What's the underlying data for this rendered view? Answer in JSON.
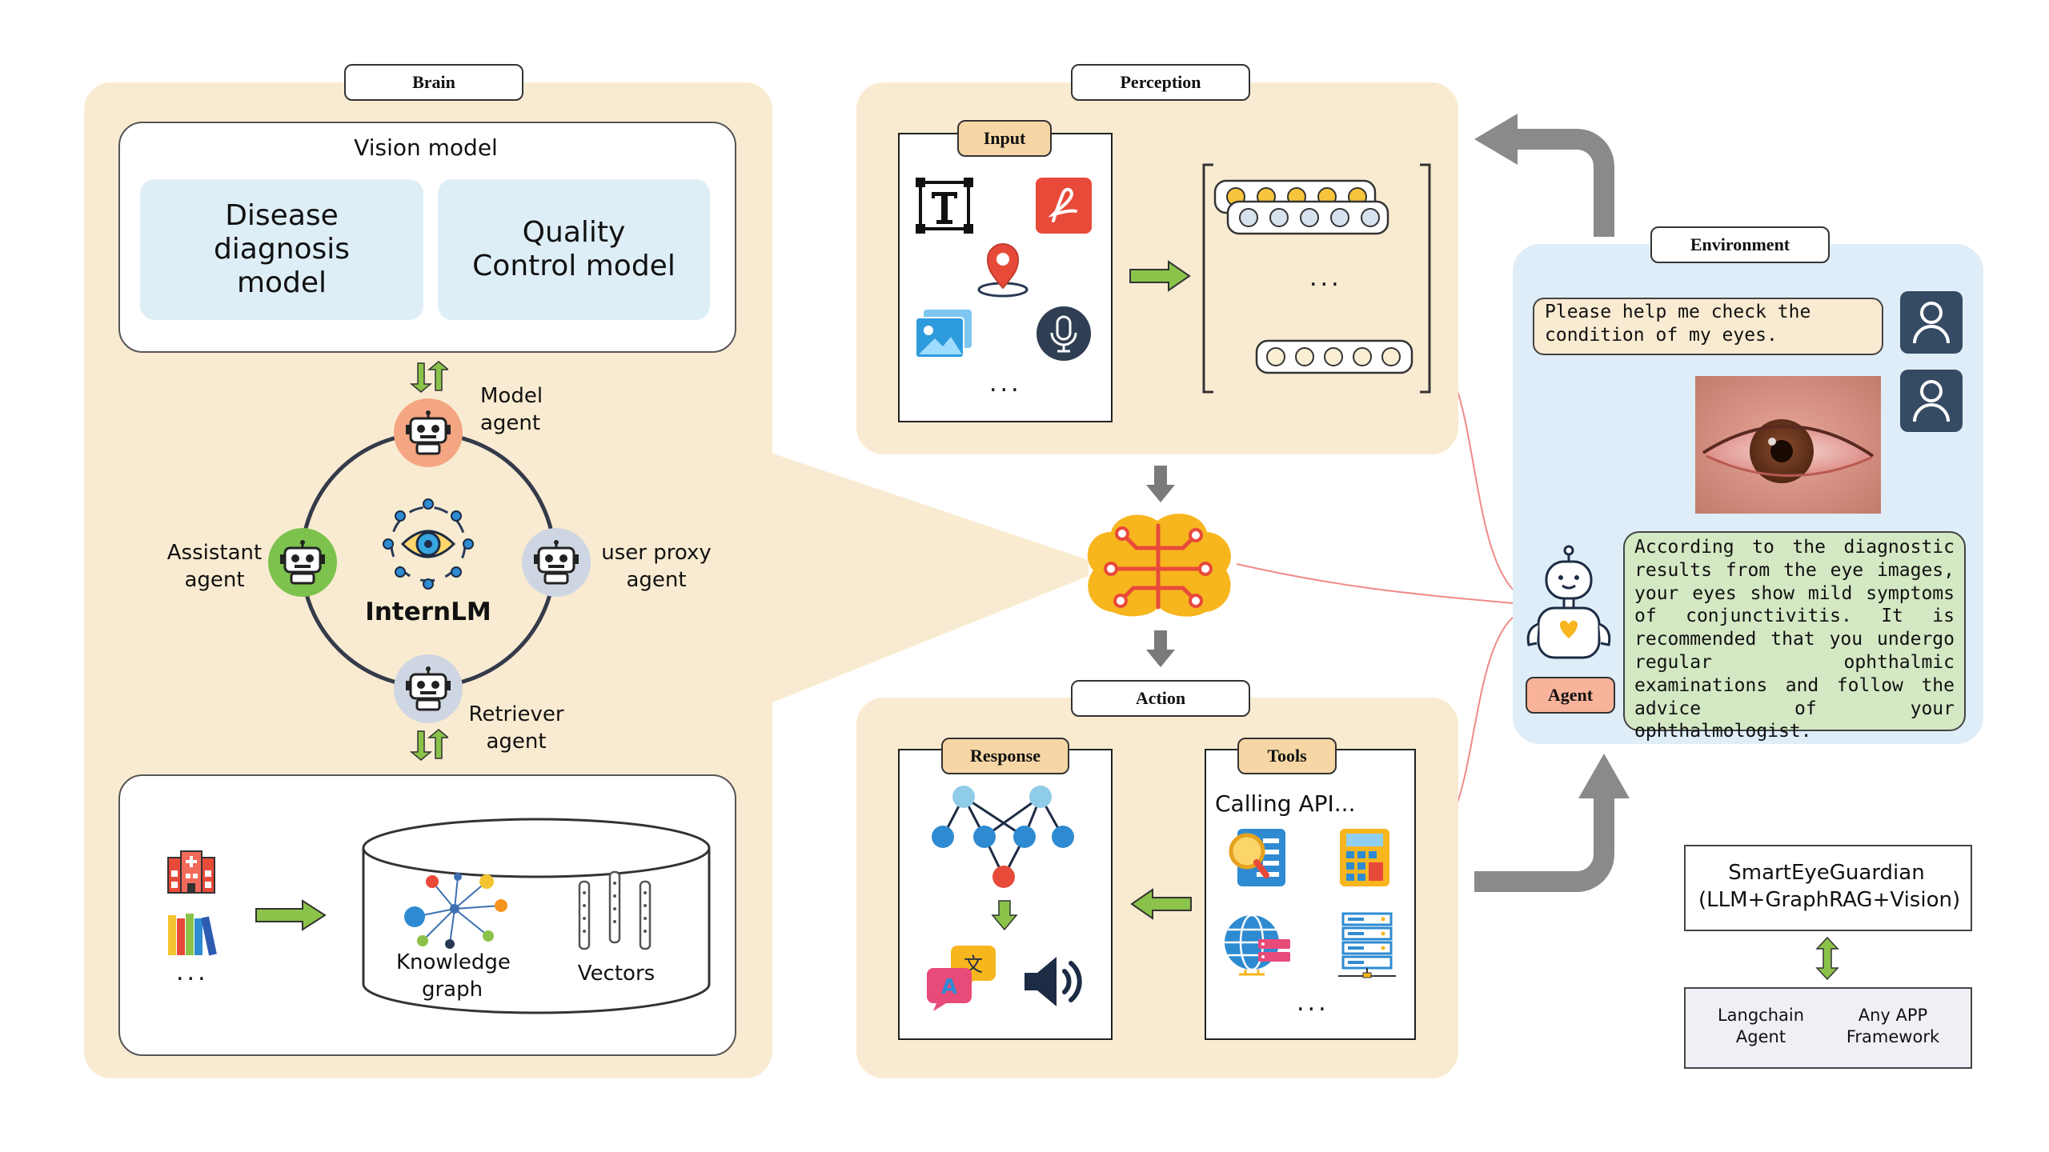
{
  "brain": {
    "tab": "Brain",
    "vision_model_title": "Vision model",
    "model_disease": "Disease diagnosis model",
    "model_quality": "Quality Control model",
    "center_label": "InternLM",
    "agents": {
      "model": "Model agent",
      "assistant": "Assistant agent",
      "user_proxy": "user proxy agent",
      "retriever": "Retriever agent"
    },
    "db": {
      "knowledge_graph": "Knowledge graph",
      "vectors": "Vectors",
      "ellipsis": "..."
    }
  },
  "perception": {
    "tab": "Perception",
    "input_label": "Input",
    "input_ellipsis": "...",
    "matrix_ellipsis": "..."
  },
  "action": {
    "tab": "Action",
    "response_label": "Response",
    "tools_label": "Tools",
    "calling_api": "Calling API...",
    "tools_ellipsis": "..."
  },
  "environment": {
    "tab": "Environment",
    "user_message": "Please help me check the condition of my eyes.",
    "agent_label": "Agent",
    "agent_message": "According to the diagnostic results from the eye images, your eyes show mild symptoms of conjunctivitis. It is recommended that you undergo regular ophthalmic examinations and follow the advice of your ophthalmologist."
  },
  "framework": {
    "title": "SmartEyeGuardian (LLM+GraphRAG+Vision)",
    "langchain": "Langchain Agent",
    "any_app": "Any APP Framework"
  },
  "colors": {
    "panel": "#f9ebd1",
    "env_panel": "#deedf8",
    "model_card": "#deeef7",
    "arrow_green": "#8bc34a",
    "arrow_grey": "#8a8a8a",
    "agent_pink": "#f4a582",
    "agent_green": "#7cc24d",
    "agent_grey": "#ced6e3",
    "brain_yellow": "#f7b51e",
    "brain_red": "#e84a3a"
  },
  "icons": [
    "text-icon",
    "pdf-icon",
    "location-icon",
    "image-icon",
    "microphone-icon",
    "robot-icon",
    "eye-icon",
    "brain-icon",
    "hospital-icon",
    "books-icon",
    "network-icon",
    "translate-icon",
    "speaker-icon",
    "search-doc-icon",
    "calculator-icon",
    "globe-icon",
    "server-icon",
    "user-icon",
    "agent-robot-icon"
  ]
}
